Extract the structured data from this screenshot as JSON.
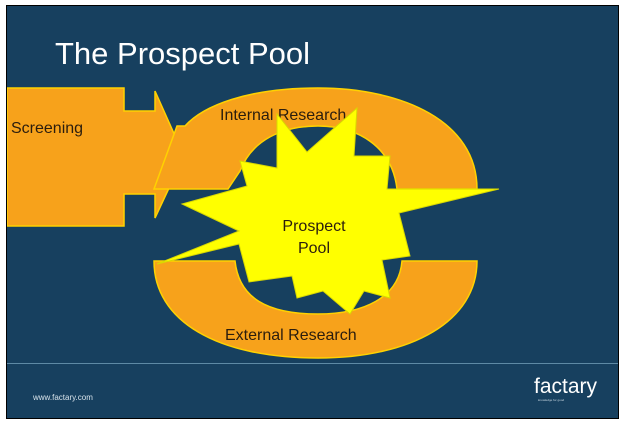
{
  "slide": {
    "title": "The Prospect Pool",
    "footer_url": "www.factary.com",
    "logo": {
      "word": "factary",
      "tagline": "knowledge for good"
    }
  },
  "diagram": {
    "screening_label": "Screening",
    "internal_label": "Internal Research",
    "external_label": "External Research",
    "pool_line1": "Prospect",
    "pool_line2": "Pool"
  },
  "colors": {
    "background": "#17405f",
    "arrow_fill": "#f7a21b",
    "arrow_stroke": "#ffd200",
    "burst_fill": "#ffff00"
  }
}
